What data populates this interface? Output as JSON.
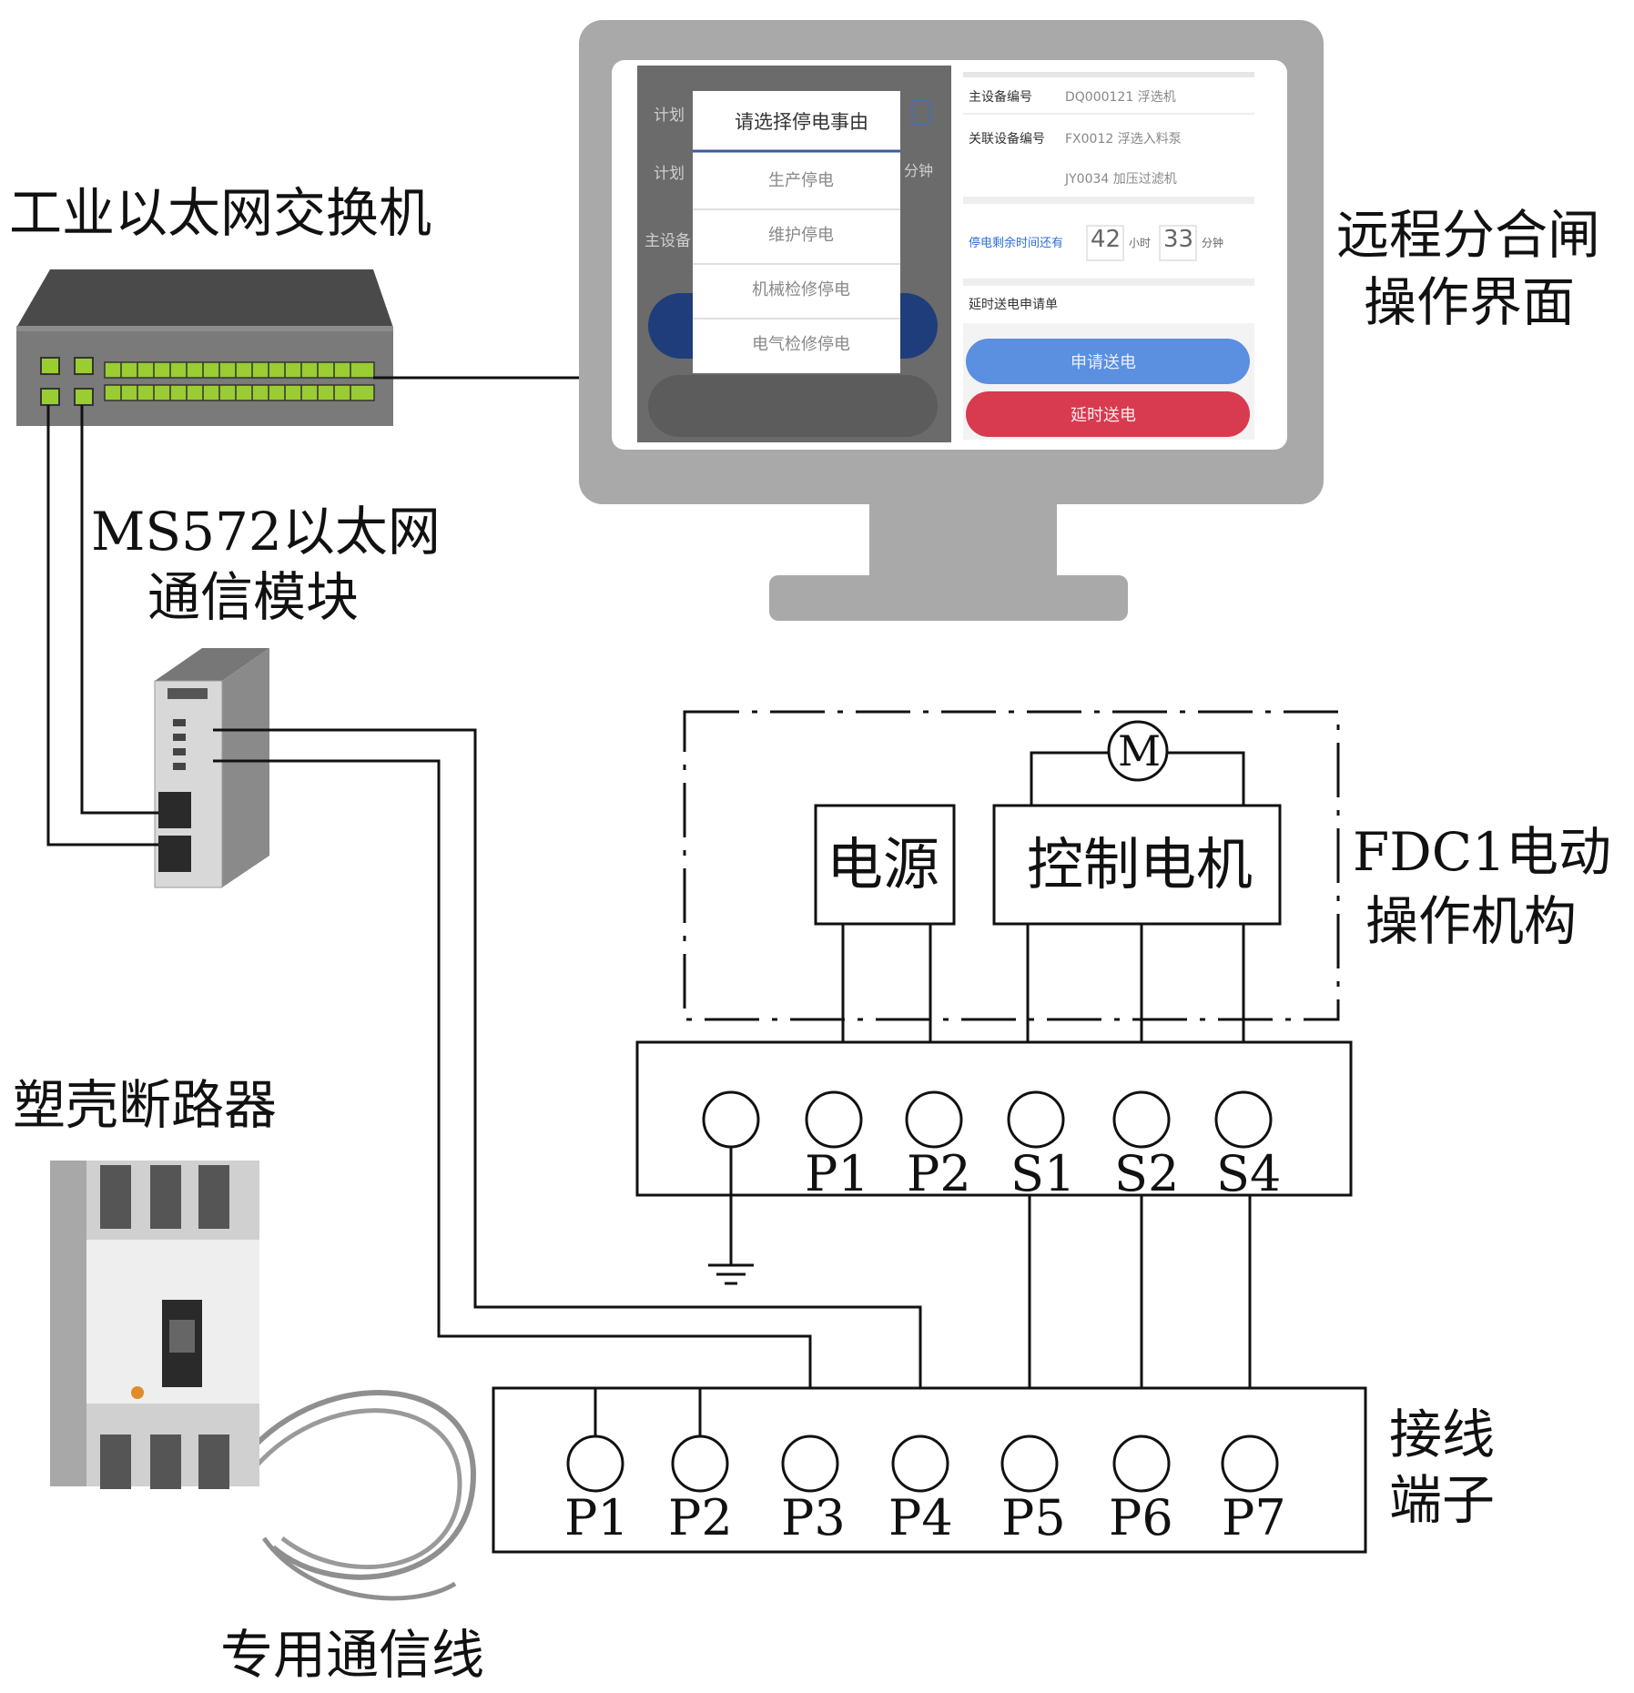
{
  "labels": {
    "switch": "工业以太网交换机",
    "module_line1": "MS572以太网",
    "module_line2": "通信模块",
    "remote_ui_line1": "远程分合闸",
    "remote_ui_line2": "操作界面",
    "breaker": "塑壳断路器",
    "cable": "专用通信线",
    "fdc_line1": "FDC1电动",
    "fdc_line2": "操作机构",
    "terminal_line1": "接线",
    "terminal_line2": "端子",
    "power_box": "电源",
    "motor_box": "控制电机",
    "motor_symbol": "M"
  },
  "upper_terminals": [
    "P1",
    "P2",
    "S1",
    "S2",
    "S4"
  ],
  "lower_terminals": [
    "P1",
    "P2",
    "P3",
    "P4",
    "P5",
    "P6",
    "P7"
  ],
  "screen": {
    "dialog_title": "请选择停电事由",
    "options": [
      "生产停电",
      "维护停电",
      "机械检修停电",
      "电气检修停电"
    ],
    "bg_fragments": [
      "计划",
      "计划",
      "主设备",
      "分钟"
    ],
    "main_device_label": "主设备编号",
    "main_device_value": "DQ000121 浮选机",
    "related_device_label": "关联设备编号",
    "related_device_value1": "FX0012 浮选入料泵",
    "related_device_value2": "JY0034 加压过滤机",
    "remaining_label": "停电剩余时间还有",
    "hours_value": "42",
    "hours_unit": "小时",
    "minutes_value": "33",
    "minutes_unit": "分钟",
    "delay_list_label": "延时送电申请单",
    "apply_button": "申请送电",
    "delay_button": "延时送电"
  },
  "colors": {
    "monitor": "#a9a9a9",
    "switch_body": "#6e6e6e",
    "port_green": "#9acd32",
    "apply_button": "#5b8fe0",
    "delay_button": "#d83a4f",
    "link_blue": "#2f6fd6"
  }
}
